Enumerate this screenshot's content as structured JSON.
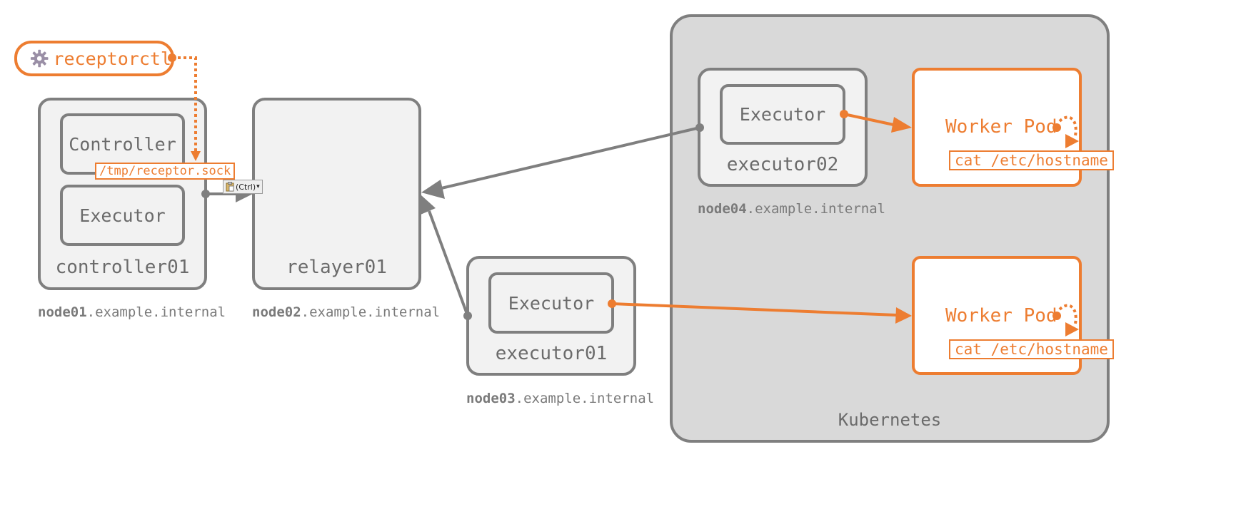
{
  "receptorctl": {
    "label": "receptorctl",
    "icon": "gear-icon"
  },
  "socket_path": "/tmp/receptor.sock",
  "paste_tooltip": {
    "label": "(Ctrl)",
    "icon": "clipboard-icon",
    "arrow": "▾"
  },
  "nodes": {
    "controller01": {
      "name": "controller01",
      "services": [
        "Controller",
        "Executor"
      ],
      "host_bold": "node01",
      "host_rest": ".example.internal"
    },
    "relayer01": {
      "name": "relayer01",
      "host_bold": "node02",
      "host_rest": ".example.internal"
    },
    "executor01": {
      "name": "executor01",
      "service": "Executor",
      "host_bold": "node03",
      "host_rest": ".example.internal"
    },
    "executor02": {
      "name": "executor02",
      "service": "Executor",
      "host_bold": "node04",
      "host_rest": ".example.internal"
    }
  },
  "kubernetes": {
    "label": "Kubernetes",
    "pods": [
      {
        "label": "Worker Pod",
        "command": "cat /etc/hostname"
      },
      {
        "label": "Worker Pod",
        "command": "cat /etc/hostname"
      }
    ]
  },
  "colors": {
    "gray": "#7f7f7f",
    "orange": "#ed7d31",
    "node_fill": "#f2f2f2",
    "cluster_fill": "#d9d9d9"
  }
}
